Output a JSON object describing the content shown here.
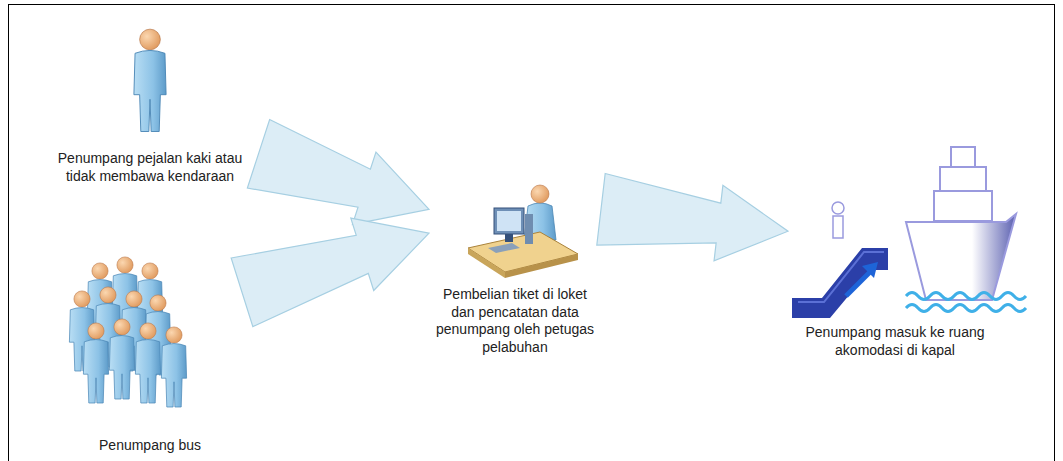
{
  "diagram": {
    "nodes": [
      {
        "text": [
          "Penumpang pejalan kaki atau tidak membawa kendaraan"
        ]
      },
      {
        "text": [
          "Penumpang bus"
        ]
      },
      {
        "text": [
          "Pembelian tiket di loket dan pencatatan data penumpang oleh petugas pelabuhan"
        ]
      },
      {
        "text": [
          "Penumpang masuk ke ruang akomodasi di kapal"
        ]
      }
    ],
    "edges": [
      {
        "from": 0,
        "to": 2,
        "arrow": "to"
      },
      {
        "from": 1,
        "to": 2,
        "arrow": "to"
      },
      {
        "from": 2,
        "to": 3,
        "arrow": "to"
      }
    ]
  }
}
